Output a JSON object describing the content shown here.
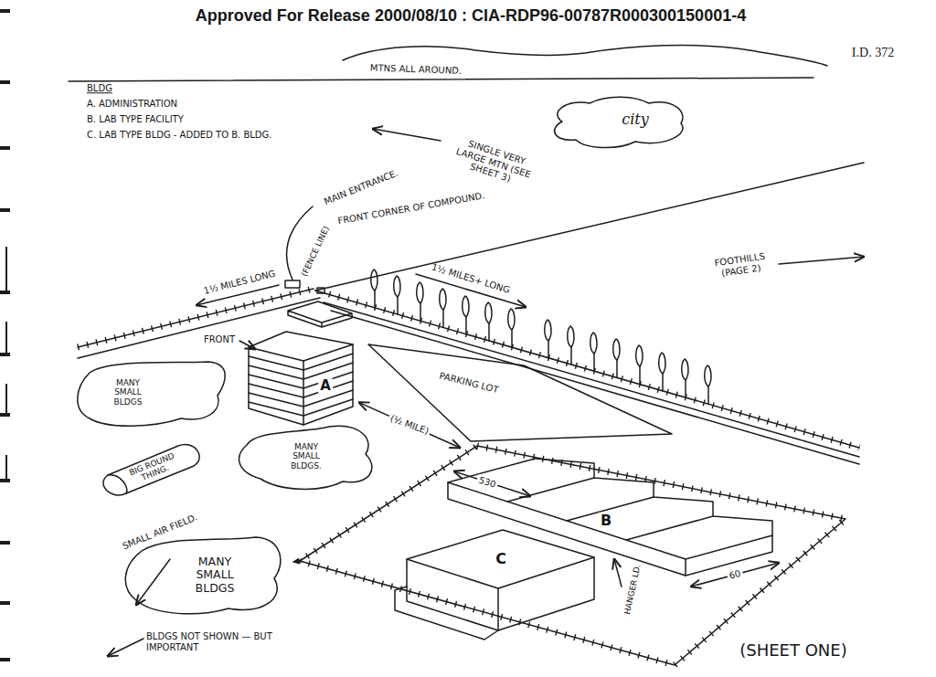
{
  "diagram": {
    "nodes": [
      {
        "text": [
          "city"
        ]
      },
      {
        "text": [
          "MANY SMALL BLDGS"
        ]
      },
      {
        "text": [
          "A"
        ]
      },
      {
        "text": [
          "PARKING LOT"
        ]
      },
      {
        "text": [
          "MANY SMALL BLDGS."
        ]
      },
      {
        "text": [
          "BIG ROUND THING."
        ]
      },
      {
        "text": [
          "B"
        ]
      },
      {
        "text": [
          "C"
        ]
      },
      {
        "text": [
          "MANY SMALL BLDGS"
        ]
      }
    ],
    "edges": [
      {
        "from": 2,
        "to": 6,
        "label": "(½ MILE)",
        "arrow": "both"
      }
    ],
    "labels": [
      "Approved For Release 2000/08/10 : CIA-RDP96-00787R000300150001-4",
      "I.D. 372",
      "MTNS ALL AROUND.",
      "BLDG",
      "A. ADMINISTRATION",
      "B. LAB TYPE FACILITY",
      "C. LAB TYPE BLDG - ADDED TO B. BLDG.",
      "SINGLE VERY LARGE MTN (SEE SHEET 3)",
      "MAIN ENTRANCE.",
      "(FENCE LINE)",
      "FRONT CORNER OF COMPOUND.",
      "1½ MILES LONG",
      "1½ MILES+ LONG",
      "FOOTHILLS (PAGE 2)",
      "FRONT",
      "530",
      "60",
      "HANGER LD.",
      "SMALL AIR FIELD.",
      "BLDGS NOT SHOWN — BUT IMPORTANT",
      "(SHEET ONE)"
    ]
  }
}
